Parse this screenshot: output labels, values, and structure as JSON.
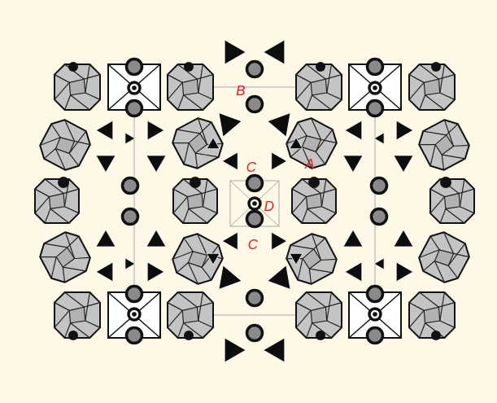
{
  "diagram": {
    "labels": [
      "B",
      "C",
      "A",
      "D",
      "C"
    ]
  }
}
